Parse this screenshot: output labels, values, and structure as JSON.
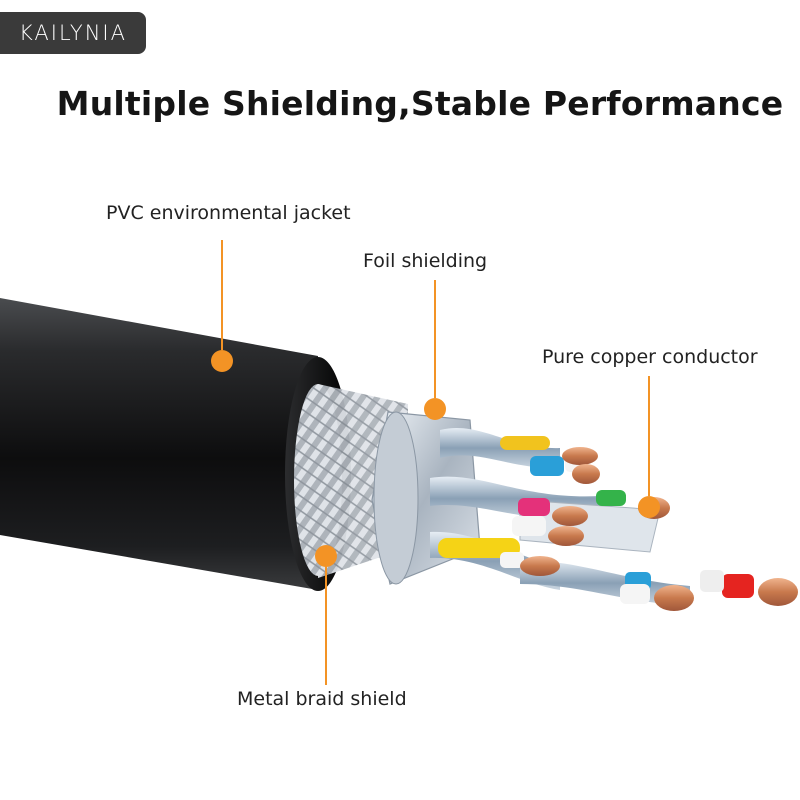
{
  "brand": {
    "name": "KAILYNIA"
  },
  "headline": "Multiple Shielding,Stable Performance",
  "labels": {
    "jacket": "PVC environmental jacket",
    "foil": "Foil shielding",
    "conductor": "Pure copper conductor",
    "braid": "Metal braid shield"
  },
  "colors": {
    "callout": "#f39325",
    "jacket": "#151515",
    "copper": "#d98a5e",
    "braid": "#b9bfc7"
  }
}
